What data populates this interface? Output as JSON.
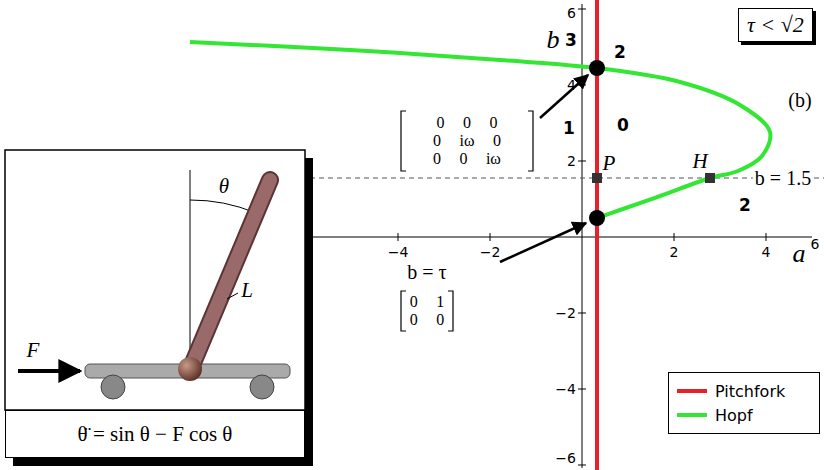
{
  "diagram": {
    "nodes": [
      {
        "text": [
          "τ < √2"
        ]
      },
      {
        "text": [
          "θ̈ = sin θ − F cos θ"
        ]
      }
    ],
    "labels": [
      "6",
      "b",
      "3",
      "2",
      "(b)",
      "0 0 0",
      "0 iω 0",
      "0 0 iω",
      "0",
      "1",
      "P",
      "H",
      "b = 1.5",
      "2",
      "4",
      "2",
      "−4",
      "−2",
      "2",
      "4",
      "a",
      "6",
      "b = τ",
      "0 1",
      "0 0",
      "−2",
      "−4",
      "−6",
      "θ",
      "L",
      "F"
    ],
    "legend": [
      {
        "text": "Pitchfork"
      },
      {
        "text": "Hopf"
      }
    ]
  }
}
